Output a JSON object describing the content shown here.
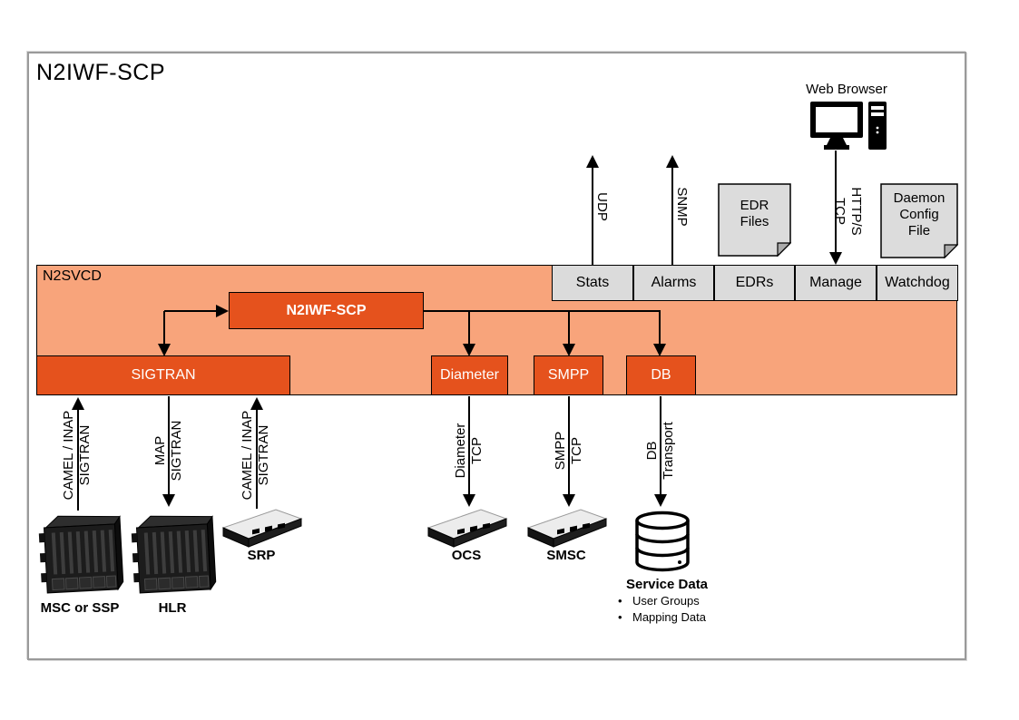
{
  "page": {
    "title": "N2IWF-SCP"
  },
  "band": {
    "label": "N2SVCD"
  },
  "colors": {
    "band_fill": "#F8A47B",
    "module_fill": "#E5521D",
    "gray_fill": "#DBDBDB",
    "frame_border": "#9A9A9A"
  },
  "top": {
    "web_browser_label": "Web Browser",
    "edr_note": {
      "line1": "EDR",
      "line2": "Files"
    },
    "daemon_note": {
      "line1": "Daemon",
      "line2": "Config",
      "line3": "File"
    }
  },
  "gray_row": [
    "Stats",
    "Alarms",
    "EDRs",
    "Manage",
    "Watchdog"
  ],
  "modules": {
    "core": "N2IWF-SCP",
    "sigtran": "SIGTRAN",
    "diameter": "Diameter",
    "smpp": "SMPP",
    "db": "DB"
  },
  "protocols": {
    "udp": "UDP",
    "snmp": "SNMP",
    "https": {
      "line1": "HTTP/S",
      "line2": "TCP"
    },
    "camel1": {
      "line1": "CAMEL / INAP",
      "line2": "SIGTRAN"
    },
    "map": {
      "line1": "MAP",
      "line2": "SIGTRAN"
    },
    "camel2": {
      "line1": "CAMEL / INAP",
      "line2": "SIGTRAN"
    },
    "diameter": {
      "line1": "Diameter",
      "line2": "TCP"
    },
    "smpp": {
      "line1": "SMPP",
      "line2": "TCP"
    },
    "db": {
      "line1": "DB",
      "line2": "Transport"
    }
  },
  "hardware": {
    "msc": "MSC or SSP",
    "hlr": "HLR",
    "srp": "SRP",
    "ocs": "OCS",
    "smsc": "SMSC",
    "service_data": {
      "title": "Service Data",
      "items": [
        "User Groups",
        "Mapping Data"
      ]
    }
  }
}
